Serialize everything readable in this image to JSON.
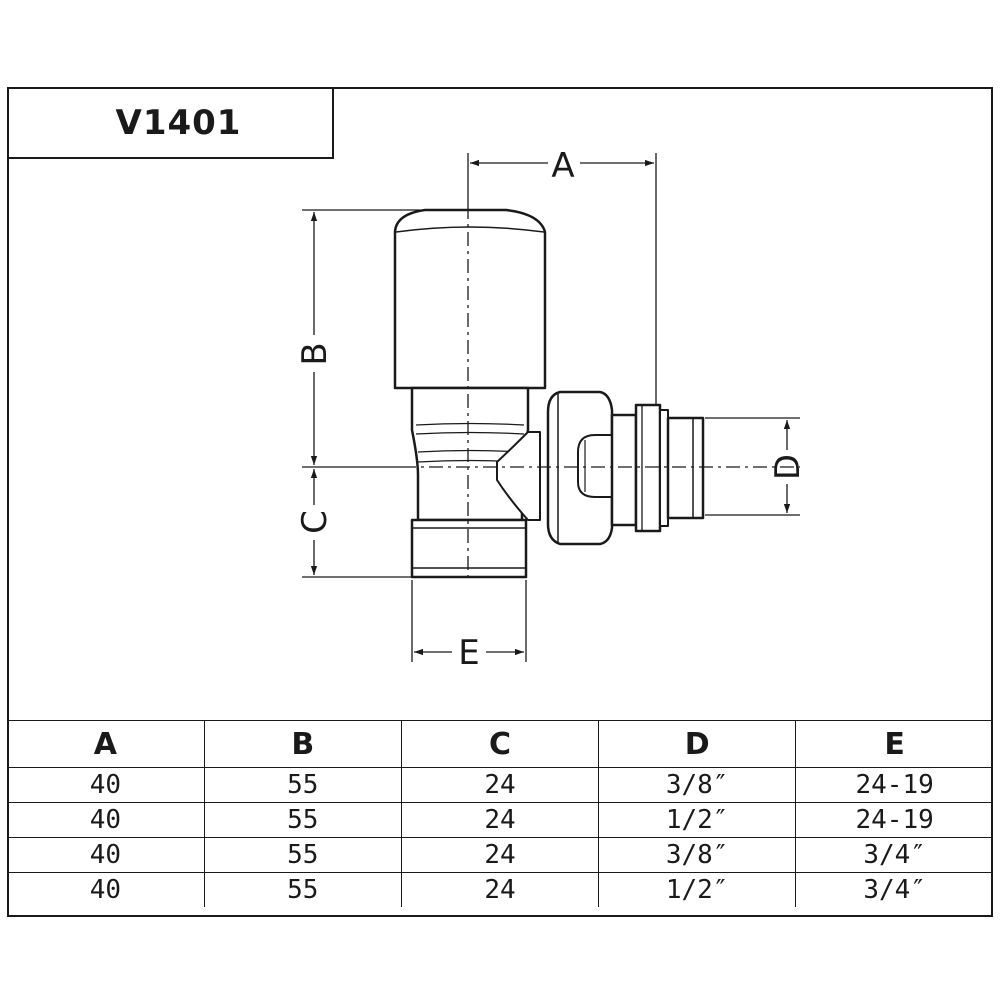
{
  "model": "V1401",
  "dimension_labels": {
    "a": "A",
    "b": "B",
    "c": "C",
    "d": "D",
    "e": "E"
  },
  "table": {
    "headers": [
      "A",
      "B",
      "C",
      "D",
      "E"
    ],
    "rows": [
      [
        "40",
        "55",
        "24",
        "3/8″",
        "24-19"
      ],
      [
        "40",
        "55",
        "24",
        "1/2″",
        "24-19"
      ],
      [
        "40",
        "55",
        "24",
        "3/8″",
        "3/4″"
      ],
      [
        "40",
        "55",
        "24",
        "1/2″",
        "3/4″"
      ]
    ]
  }
}
